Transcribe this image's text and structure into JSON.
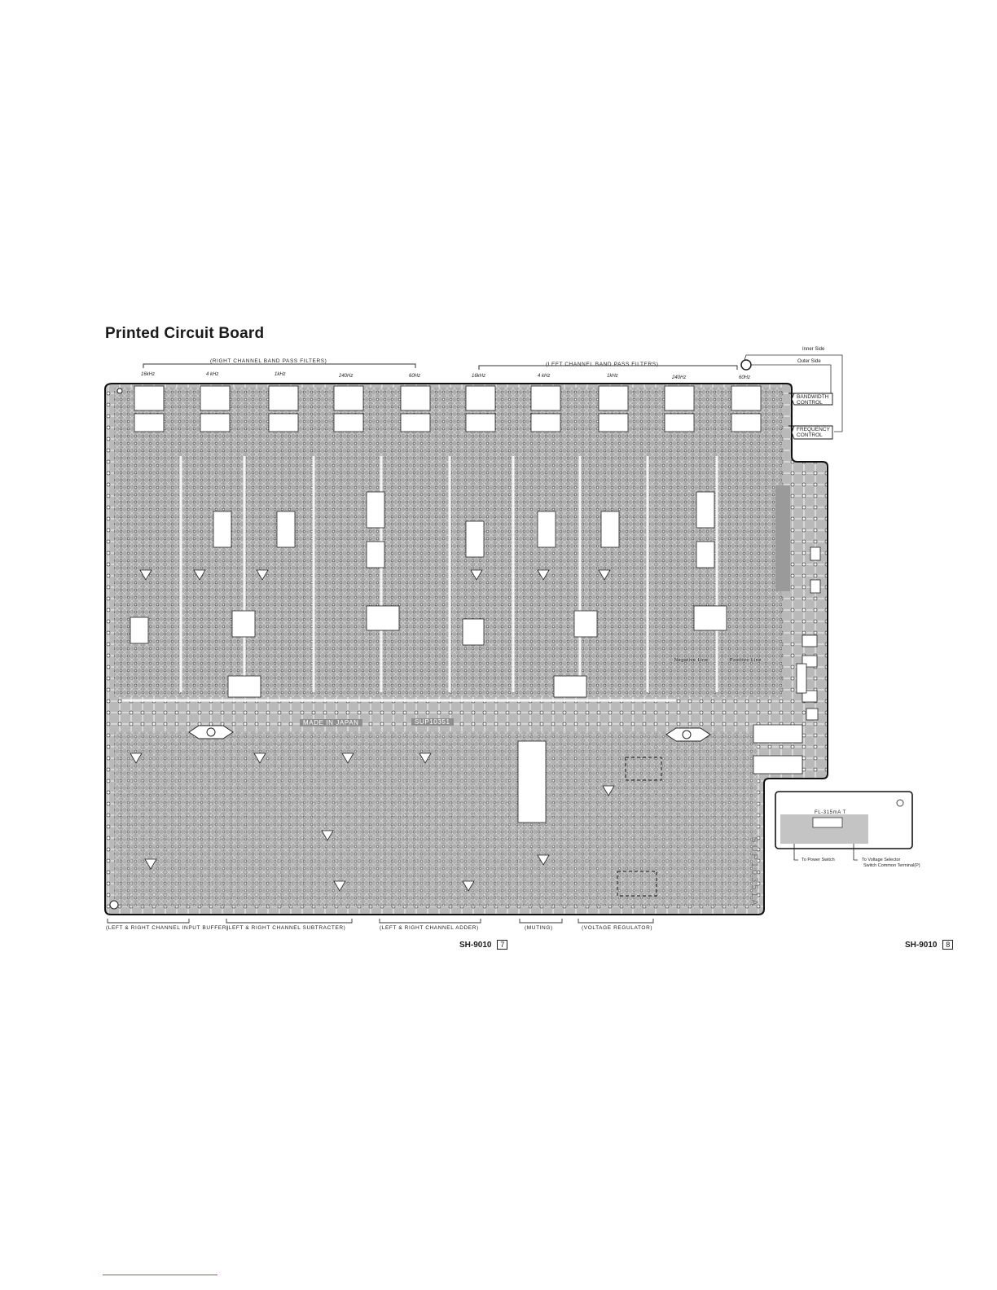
{
  "title": "Printed Circuit Board",
  "right_channel_label": "(RIGHT  CHANNEL  BAND  PASS  FILTERS)",
  "left_channel_label": "(LEFT  CHANNEL  BAND  PASS  FILTERS)",
  "right_freqs": [
    "16kHz",
    "4 kHz",
    "1kHz",
    "240Hz",
    "60Hz"
  ],
  "left_freqs": [
    "16kHz",
    "4 kHz",
    "1kHz",
    "240Hz",
    "60Hz"
  ],
  "side": {
    "inner": "Inner Side",
    "outer": "Outer Side",
    "bandwidth": "BANDWIDTH CONTROL",
    "frequency": "FREQUENCY CONTROL"
  },
  "board_marks": {
    "made_in": "MADE  IN  JAPAN",
    "board_id": "SUP10351",
    "board_id_vertical": "SUP10351A",
    "negative_line": "Negative Line",
    "positive_line": "Positive Line"
  },
  "sub_board": {
    "fuse": "FL-315mA T",
    "to_power": "To Power Switch",
    "to_voltage": "To Voltage Selector",
    "to_voltage_2": "Switch Common Terminal(P)"
  },
  "sections": [
    "(LEFT & RIGHT  CHANNEL  INPUT BUFFER)",
    "(LEFT & RIGHT  CHANNEL  SUBTRACTER)",
    "(LEFT & RIGHT  CHANNEL  ADDER)",
    "(MUTING)",
    "(VOLTAGE  REGULATOR)"
  ],
  "footer": {
    "left_model": "SH-9010",
    "left_page": "7",
    "right_model": "SH-9010",
    "right_page": "8"
  }
}
